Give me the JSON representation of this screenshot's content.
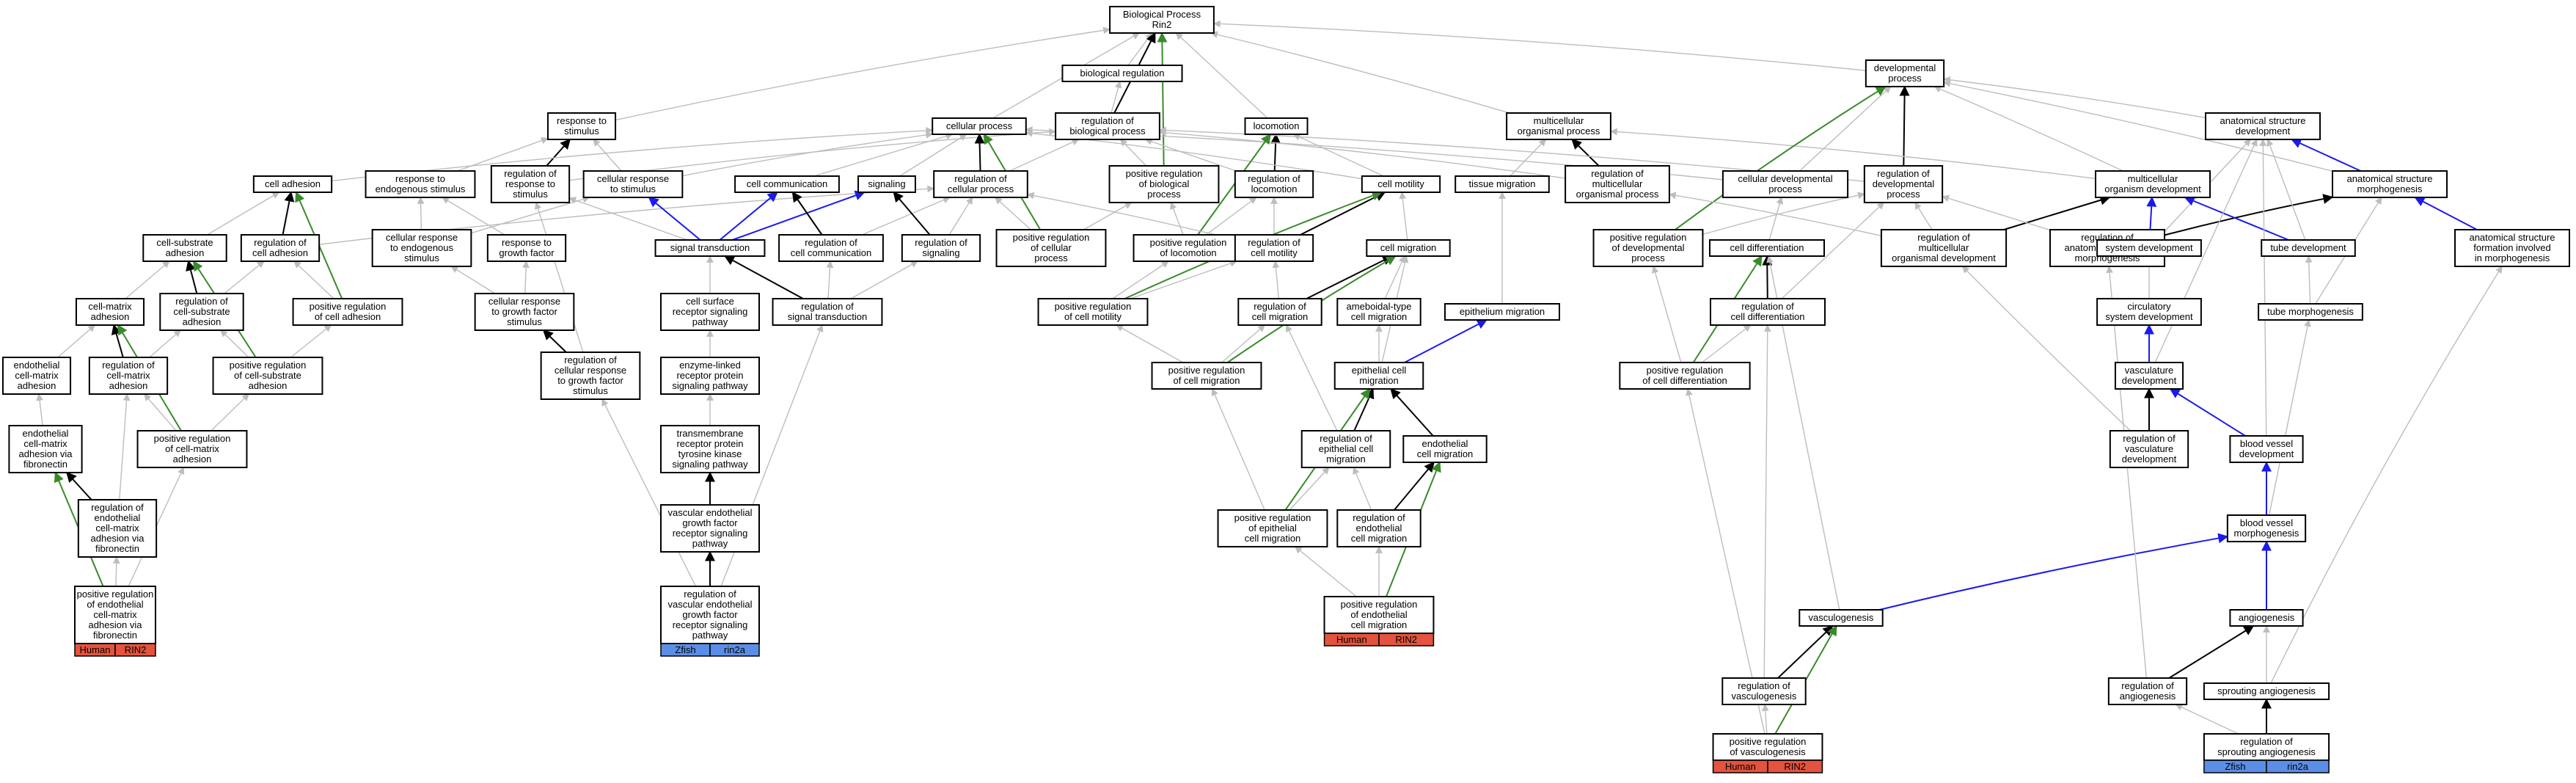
{
  "title_lines": [
    "Biological Process",
    "Rin2"
  ],
  "colors": {
    "gray": "#bdbdbd",
    "black": "#000000",
    "green": "#3a8a2a",
    "blue": "#1a1aee",
    "human": "#e3533d",
    "zfish": "#5b8ee6"
  },
  "nodes": {
    "bp": {
      "lines": [
        "Biological Process",
        "Rin2"
      ]
    },
    "bioreg": {
      "lines": [
        "biological regulation"
      ]
    },
    "regbp": {
      "lines": [
        "regulation of",
        "biological process"
      ]
    },
    "cellproc": {
      "lines": [
        "cellular process"
      ]
    },
    "locomotion": {
      "lines": [
        "locomotion"
      ]
    },
    "multiorg": {
      "lines": [
        "multicellular",
        "organismal process"
      ]
    },
    "devproc": {
      "lines": [
        "developmental",
        "process"
      ]
    },
    "resp": {
      "lines": [
        "response to",
        "stimulus"
      ]
    },
    "cellresp": {
      "lines": [
        "cellular response",
        "to stimulus"
      ]
    },
    "regresp": {
      "lines": [
        "regulation of",
        "response to",
        "stimulus"
      ]
    },
    "respendo": {
      "lines": [
        "response to",
        "endogenous stimulus"
      ]
    },
    "celladh": {
      "lines": [
        "cell adhesion"
      ]
    },
    "cellcomm": {
      "lines": [
        "cell communication"
      ]
    },
    "signaling": {
      "lines": [
        "signaling"
      ]
    },
    "regcp": {
      "lines": [
        "regulation of",
        "cellular process"
      ]
    },
    "posregbp": {
      "lines": [
        "positive regulation",
        "of biological",
        "process"
      ]
    },
    "regloco": {
      "lines": [
        "regulation of",
        "locomotion"
      ]
    },
    "cellmot": {
      "lines": [
        "cell motility"
      ]
    },
    "tissuemig": {
      "lines": [
        "tissue migration"
      ]
    },
    "regmop": {
      "lines": [
        "regulation of",
        "multicellular",
        "organismal process"
      ]
    },
    "celldevproc": {
      "lines": [
        "cellular developmental",
        "process"
      ]
    },
    "regdevproc": {
      "lines": [
        "regulation of",
        "developmental",
        "process"
      ]
    },
    "multidev": {
      "lines": [
        "multicellular",
        "organism development"
      ]
    },
    "asdev": {
      "lines": [
        "anatomical structure",
        "development"
      ]
    },
    "asmorph": {
      "lines": [
        "anatomical structure",
        "morphogenesis"
      ]
    },
    "asform": {
      "lines": [
        "anatomical structure",
        "formation involved",
        "in morphogenesis"
      ]
    },
    "cellsub": {
      "lines": [
        "cell-substrate",
        "adhesion"
      ]
    },
    "regcelladh": {
      "lines": [
        "regulation of",
        "cell adhesion"
      ]
    },
    "cellrespendo": {
      "lines": [
        "cellular response",
        "to endogenous",
        "stimulus"
      ]
    },
    "respgf": {
      "lines": [
        "response to",
        "growth factor"
      ]
    },
    "sigtrans": {
      "lines": [
        "signal transduction"
      ]
    },
    "regcellcomm": {
      "lines": [
        "regulation of",
        "cell communication"
      ]
    },
    "regsig": {
      "lines": [
        "regulation of",
        "signaling"
      ]
    },
    "posregcp": {
      "lines": [
        "positive regulation",
        "of cellular",
        "process"
      ]
    },
    "posregloco": {
      "lines": [
        "positive regulation",
        "of locomotion"
      ]
    },
    "regcellmot": {
      "lines": [
        "regulation of",
        "cell motility"
      ]
    },
    "cellmig": {
      "lines": [
        "cell migration"
      ]
    },
    "posregdev": {
      "lines": [
        "positive regulation",
        "of developmental",
        "process"
      ]
    },
    "celldiff": {
      "lines": [
        "cell differentiation"
      ]
    },
    "regmod": {
      "lines": [
        "regulation of",
        "multicellular",
        "organismal development"
      ]
    },
    "regasm": {
      "lines": [
        "regulation of",
        "anatomical structure",
        "morphogenesis"
      ]
    },
    "sysdev": {
      "lines": [
        "system development"
      ]
    },
    "tubedev": {
      "lines": [
        "tube development"
      ]
    },
    "cellmatrix": {
      "lines": [
        "cell-matrix",
        "adhesion"
      ]
    },
    "regcsa": {
      "lines": [
        "regulation of",
        "cell-substrate",
        "adhesion"
      ]
    },
    "posregcelladh": {
      "lines": [
        "positive regulation",
        "of cell adhesion"
      ]
    },
    "cellrespgf": {
      "lines": [
        "cellular response",
        "to growth factor",
        "stimulus"
      ]
    },
    "csrsp": {
      "lines": [
        "cell surface",
        "receptor signaling",
        "pathway"
      ]
    },
    "regsigtrans": {
      "lines": [
        "regulation of",
        "signal transduction"
      ]
    },
    "posregcellmot": {
      "lines": [
        "positive regulation",
        "of cell motility"
      ]
    },
    "regcellmig": {
      "lines": [
        "regulation of",
        "cell migration"
      ]
    },
    "amoeboid": {
      "lines": [
        "ameboidal-type",
        "cell migration"
      ]
    },
    "epimig": {
      "lines": [
        "epithelium migration"
      ]
    },
    "regcelldiff": {
      "lines": [
        "regulation of",
        "cell differentiation"
      ]
    },
    "circsys": {
      "lines": [
        "circulatory",
        "system development"
      ]
    },
    "tubemorph": {
      "lines": [
        "tube morphogenesis"
      ]
    },
    "endocma": {
      "lines": [
        "endothelial",
        "cell-matrix",
        "adhesion"
      ]
    },
    "regcma": {
      "lines": [
        "regulation of",
        "cell-matrix",
        "adhesion"
      ]
    },
    "posregcsa": {
      "lines": [
        "positive regulation",
        "of cell-substrate",
        "adhesion"
      ]
    },
    "regcrgf": {
      "lines": [
        "regulation of",
        "cellular response",
        "to growth factor",
        "stimulus"
      ]
    },
    "enzlinked": {
      "lines": [
        "enzyme-linked",
        "receptor protein",
        "signaling pathway"
      ]
    },
    "posregcellmig": {
      "lines": [
        "positive regulation",
        "of cell migration"
      ]
    },
    "epicellmig": {
      "lines": [
        "epithelial cell",
        "migration"
      ]
    },
    "posregcelldiff": {
      "lines": [
        "positive regulation",
        "of cell differentiation"
      ]
    },
    "vascdev": {
      "lines": [
        "vasculature",
        "development"
      ]
    },
    "endocmafib": {
      "lines": [
        "endothelial",
        "cell-matrix",
        "adhesion via",
        "fibronectin"
      ]
    },
    "posregcma": {
      "lines": [
        "positive regulation",
        "of cell-matrix",
        "adhesion"
      ]
    },
    "trkpath": {
      "lines": [
        "transmembrane",
        "receptor protein",
        "tyrosine kinase",
        "signaling pathway"
      ]
    },
    "regepimig": {
      "lines": [
        "regulation of",
        "epithelial cell",
        "migration"
      ]
    },
    "endocellmig": {
      "lines": [
        "endothelial",
        "cell migration"
      ]
    },
    "regvascdev": {
      "lines": [
        "regulation of",
        "vasculature",
        "development"
      ]
    },
    "bvdev": {
      "lines": [
        "blood vessel",
        "development"
      ]
    },
    "regendocmafib": {
      "lines": [
        "regulation of",
        "endothelial",
        "cell-matrix",
        "adhesion via",
        "fibronectin"
      ]
    },
    "vegfpath": {
      "lines": [
        "vascular endothelial",
        "growth factor",
        "receptor signaling",
        "pathway"
      ]
    },
    "posregepimig": {
      "lines": [
        "positive regulation",
        "of epithelial",
        "cell migration"
      ]
    },
    "regendomig": {
      "lines": [
        "regulation of",
        "endothelial",
        "cell migration"
      ]
    },
    "bvmorph": {
      "lines": [
        "blood vessel",
        "morphogenesis"
      ]
    },
    "posregendocmafib": {
      "lines": [
        "positive regulation",
        "of endothelial",
        "cell-matrix",
        "adhesion via",
        "fibronectin"
      ]
    },
    "regvegf": {
      "lines": [
        "regulation of",
        "vascular endothelial",
        "growth factor",
        "receptor signaling",
        "pathway"
      ]
    },
    "posregendomig": {
      "lines": [
        "positive regulation",
        "of endothelial",
        "cell migration"
      ]
    },
    "vasculogenesis": {
      "lines": [
        "vasculogenesis"
      ]
    },
    "angiogenesis": {
      "lines": [
        "angiogenesis"
      ]
    },
    "regvasculo": {
      "lines": [
        "regulation of",
        "vasculogenesis"
      ]
    },
    "regangio": {
      "lines": [
        "regulation of",
        "angiogenesis"
      ]
    },
    "sproutangio": {
      "lines": [
        "sprouting angiogenesis"
      ]
    },
    "posregvasculo": {
      "lines": [
        "positive regulation",
        "of vasculogenesis"
      ]
    },
    "regsprout": {
      "lines": [
        "regulation of",
        "sprouting angiogenesis"
      ]
    }
  },
  "tags": {
    "posregendocmafib": [
      "Human",
      "RIN2"
    ],
    "regvegf": [
      "Zfish",
      "rin2a"
    ],
    "posregendomig": [
      "Human",
      "RIN2"
    ],
    "posregvasculo": [
      "Human",
      "RIN2"
    ],
    "regsprout": [
      "Zfish",
      "rin2a"
    ]
  }
}
